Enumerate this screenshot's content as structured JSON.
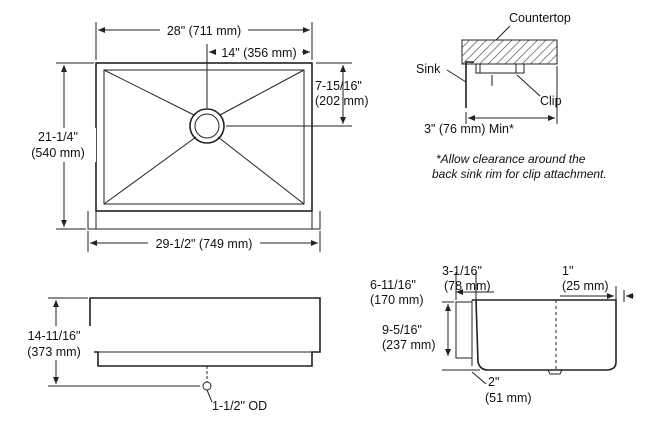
{
  "top_view": {
    "overall_width": "28\" (711 mm)",
    "center_offset": "14\" (356 mm)",
    "front_depth_line1": "7-15/16\"",
    "front_depth_line2": "(202 mm)",
    "height_line1": "21-1/4\"",
    "height_line2": "(540 mm)",
    "bottom_width": "29-1/2\" (749 mm)"
  },
  "clip_detail": {
    "countertop_label": "Countertop",
    "sink_label": "Sink",
    "clip_label": "Clip",
    "clearance": "3\" (76 mm) Min*",
    "note_line1": "*Allow clearance around the",
    "note_line2": "back sink rim for clip attachment."
  },
  "front_view": {
    "height_line1": "14-11/16\"",
    "height_line2": "(373 mm)",
    "drain": "1-1/2\" OD"
  },
  "side_view": {
    "apron_line1": "6-11/16\"",
    "apron_line2": "(170 mm)",
    "depth_line1": "9-5/16\"",
    "depth_line2": "(237 mm)",
    "top_offset_line1": "3-1/16\"",
    "top_offset_line2": "(78 mm)",
    "rim_line1": "1\"",
    "rim_line2": "(25 mm)",
    "bottom_line1": "2\"",
    "bottom_line2": "(51 mm)"
  }
}
